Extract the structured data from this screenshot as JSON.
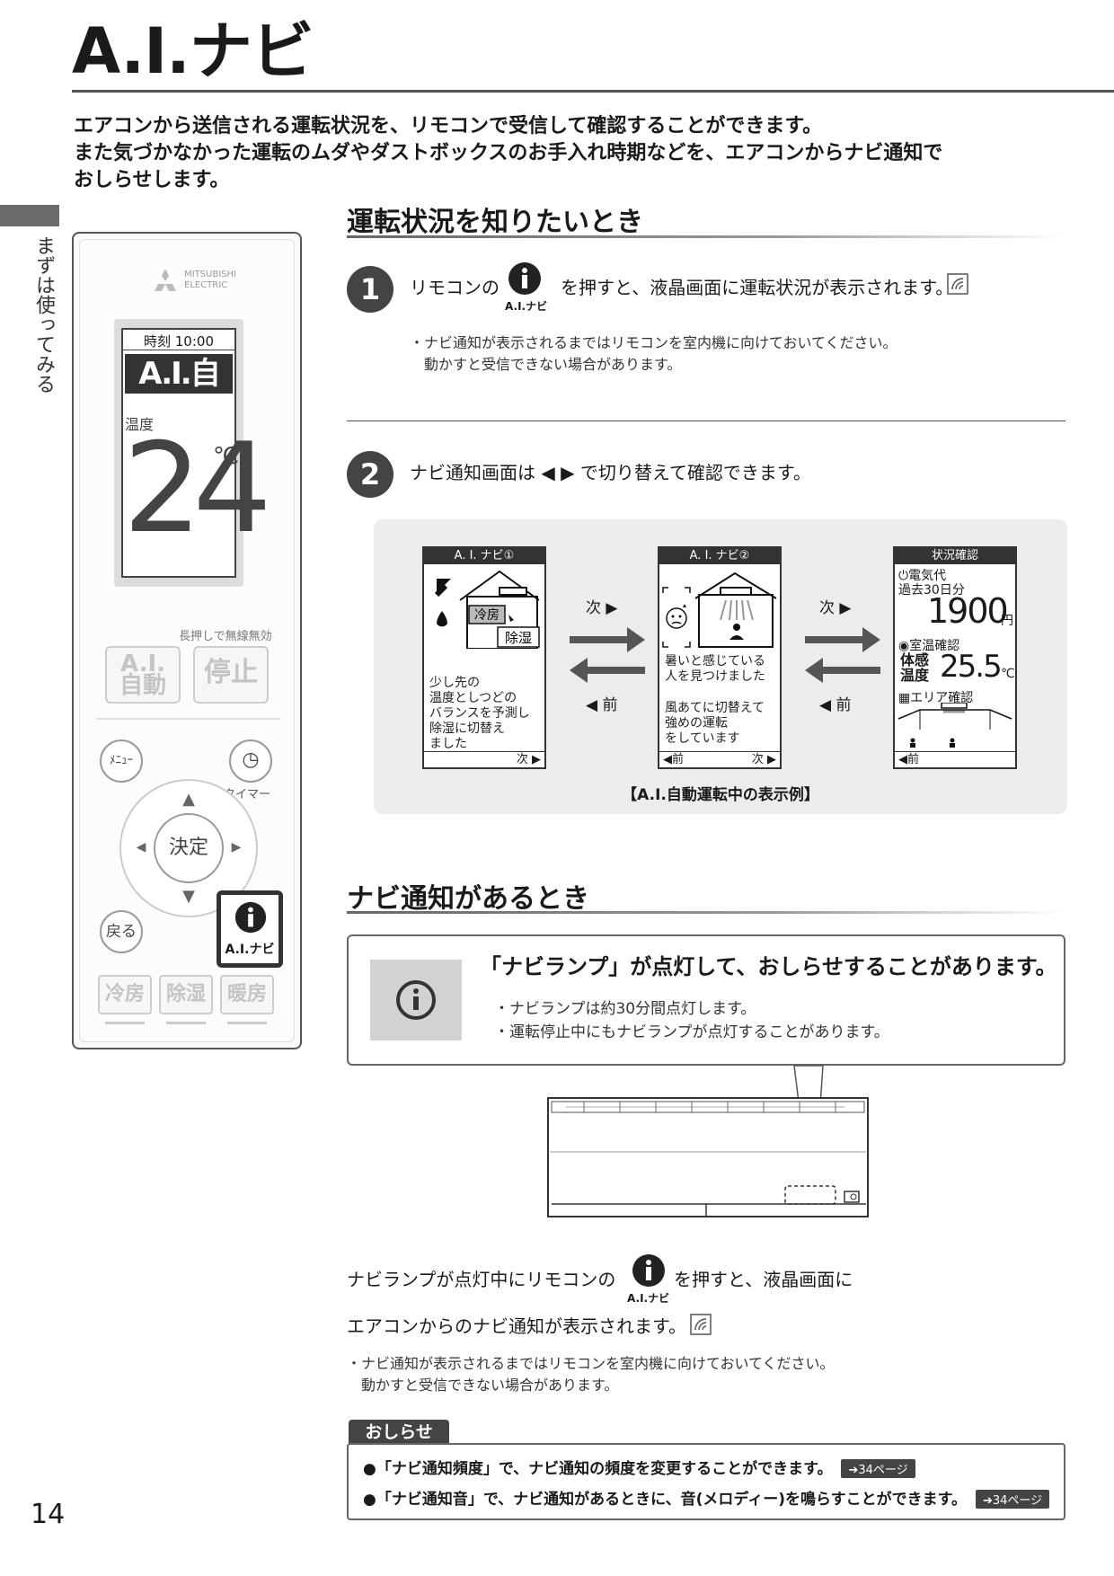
{
  "page": {
    "title": "A.I.ナビ",
    "intro_lines": [
      "エアコンから送信される運転状況を、リモコンで受信して確認することができます。",
      "また気づかなかった運転のムダやダストボックスのお手入れ時期などを、エアコンからナビ通知で",
      "おしらせします。"
    ],
    "side_tab": "まずは使ってみる",
    "page_number": "14"
  },
  "remote": {
    "brand_lines": [
      "MITSUBISHI",
      "ELECTRIC"
    ],
    "lcd_clock": "時刻 10:00",
    "lcd_mode": "A.I.自動",
    "lcd_temp_label": "温度",
    "lcd_temp": "24",
    "lcd_unit": "℃",
    "long_press": "長押しで無線無効",
    "btn_ai": [
      "A.I.",
      "自動"
    ],
    "btn_stop": "停止",
    "btn_menu": "ﾒﾆｭｰ",
    "btn_timer_label": "タイマー",
    "btn_ok": "決定",
    "btn_back": "戻る",
    "btn_ai_navi_label": "A.I.ナビ",
    "btn_cool": "冷房",
    "btn_dry": "除湿",
    "btn_heat": "暖房"
  },
  "section1": {
    "title": "運転状況を知りたいとき",
    "step1": {
      "num": "1",
      "text_before": "リモコンの",
      "icon_label": "A.I.ナビ",
      "text_after": "を押すと、液晶画面に運転状況が表示されます。",
      "notes": [
        "・ナビ通知が表示されるまではリモコンを室内機に向けておいてください。",
        "　動かすと受信できない場合があります。"
      ]
    },
    "step2": {
      "num": "2",
      "text": "ナビ通知画面は ◀ ▶ で切り替えて確認できます。"
    },
    "screens": {
      "screen1": {
        "header": "A. I. ナビ①",
        "icon_cool": "冷房",
        "icon_dry": "除湿",
        "lines": [
          "少し先の",
          "温度としつどの",
          "バランスを予測し",
          "除湿に切替え",
          "ました"
        ],
        "footer_next": "次 ▶"
      },
      "screen2": {
        "header": "A. I. ナビ②",
        "lines1": [
          "暑いと感じている",
          "人を見つけました"
        ],
        "lines2": [
          "風あてに切替えて",
          "強めの運転",
          "をしています"
        ],
        "footer_prev": "◀前",
        "footer_next": "次 ▶"
      },
      "screen3": {
        "header": "状況確認",
        "label_electric": "電気代",
        "label_period": "過去30日分",
        "value_cost": "1900",
        "unit_cost": "円",
        "label_room": "室温確認",
        "label_feel": [
          "体感",
          "温度"
        ],
        "value_temp": "25.5",
        "unit_temp": "℃",
        "label_area": "エリア確認",
        "footer_prev": "◀前"
      },
      "nav_next": "次 ▶",
      "nav_prev": "◀ 前",
      "caption": "【A.I.自動運転中の表示例】"
    }
  },
  "section2": {
    "title": "ナビ通知があるとき",
    "callout_head": "「ナビランプ」が点灯して、おしらせすることがあります。",
    "callout_bullets": [
      "・ナビランプは約30分間点灯します。",
      "・運転停止中にもナビランプが点灯することがあります。"
    ],
    "line1_before": "ナビランプが点灯中にリモコンの",
    "icon_label": "A.I.ナビ",
    "line1_after": "を押すと、液晶画面に",
    "line2": "エアコンからのナビ通知が表示されます。",
    "notes": [
      "・ナビ通知が表示されるまではリモコンを室内機に向けておいてください。",
      "　動かすと受信できない場合があります。"
    ]
  },
  "notice": {
    "tab": "おしらせ",
    "items": [
      {
        "text": "●「ナビ通知頻度」で、ナビ通知の頻度を変更することができます。",
        "ref": "➔34ページ"
      },
      {
        "text": "●「ナビ通知音」で、ナビ通知があるときに、音(メロディー)を鳴らすことができます。",
        "ref": "➔34ページ"
      }
    ]
  },
  "colors": {
    "dark": "#333333",
    "panel_bg": "#ececec",
    "button_gray": "#c4c4c4"
  }
}
